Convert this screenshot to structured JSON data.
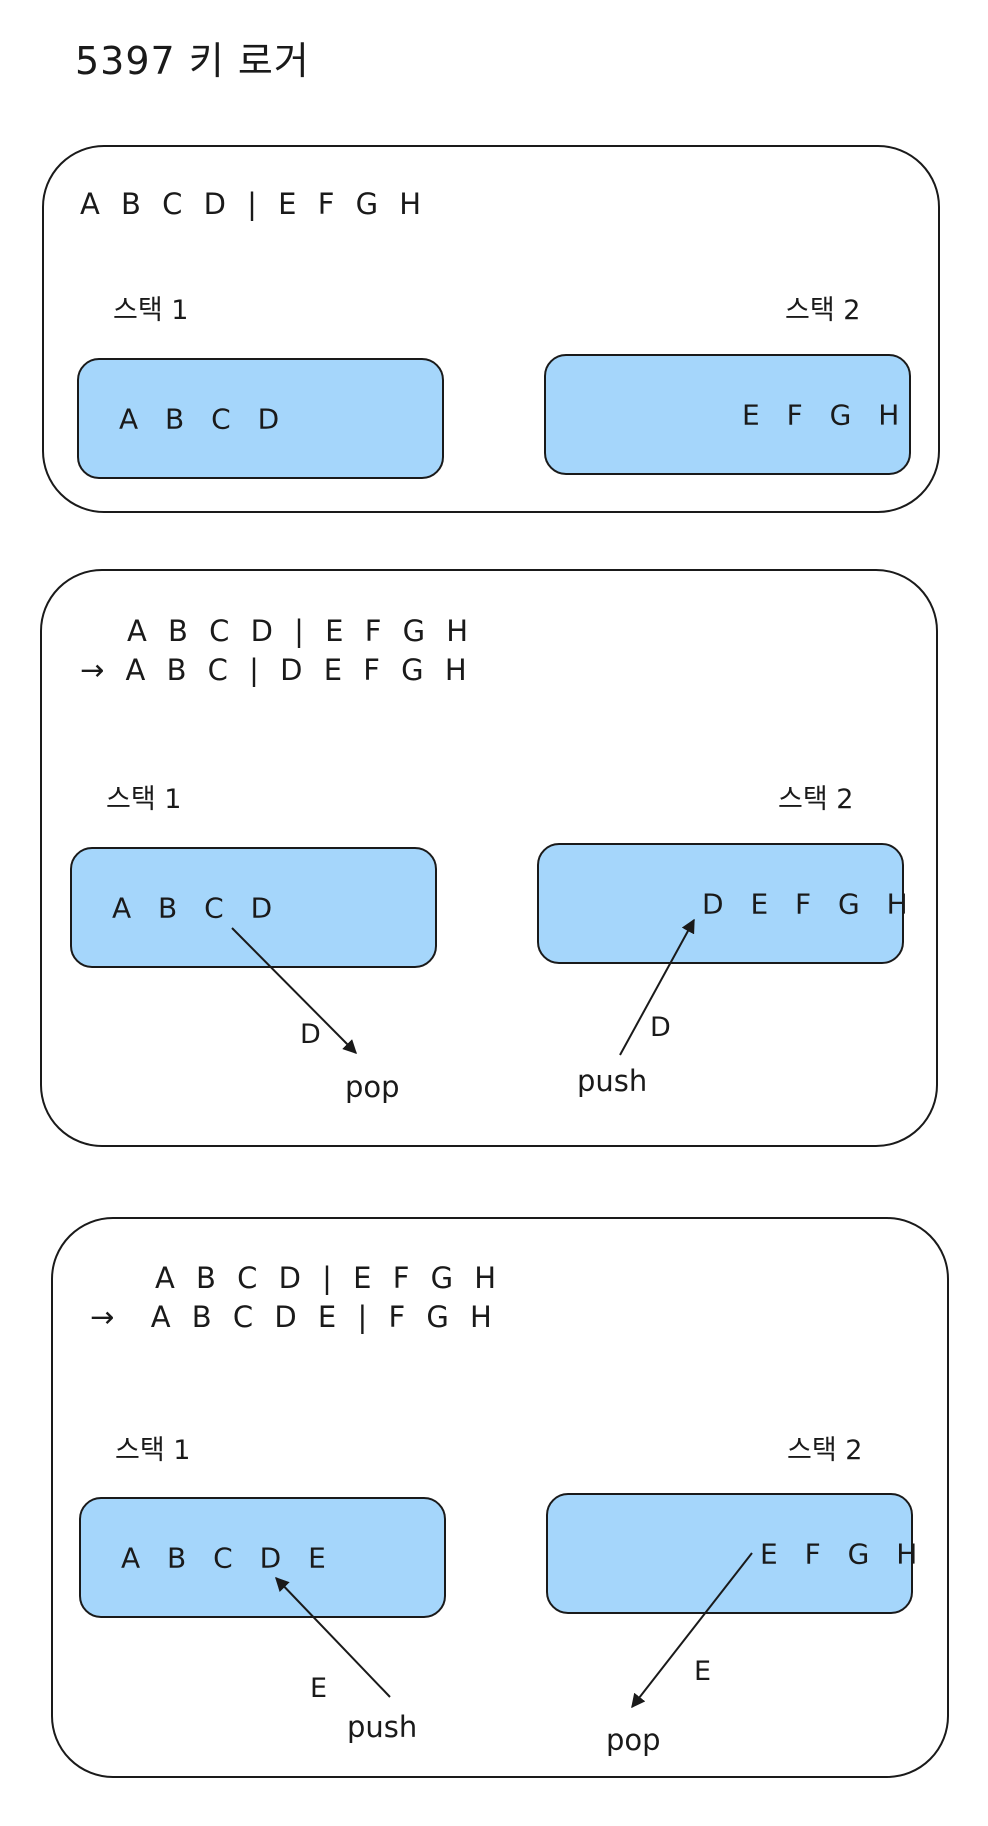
{
  "title": "5397 키 로거",
  "panels": [
    {
      "lines": [
        "A B C D | E F G H"
      ],
      "stack1_label": "스택 1",
      "stack2_label": "스택 2",
      "stack1_content": "A B C D",
      "stack2_content": "E F G H"
    },
    {
      "lines": [
        "A B C D | E F G H",
        "→ A B C | D E F G H"
      ],
      "stack1_label": "스택 1",
      "stack2_label": "스택 2",
      "stack1_content": "A B C D",
      "stack2_content": "D E F G H",
      "left_op": "pop",
      "left_item": "D",
      "right_op": "push",
      "right_item": "D"
    },
    {
      "lines": [
        "A B C D | E F G H",
        "→  A B C D E | F G H"
      ],
      "stack1_label": "스택 1",
      "stack2_label": "스택 2",
      "stack1_content": "A B C D E",
      "stack2_content": "E F G H",
      "left_op": "push",
      "left_item": "E",
      "right_op": "pop",
      "right_item": "E"
    }
  ]
}
